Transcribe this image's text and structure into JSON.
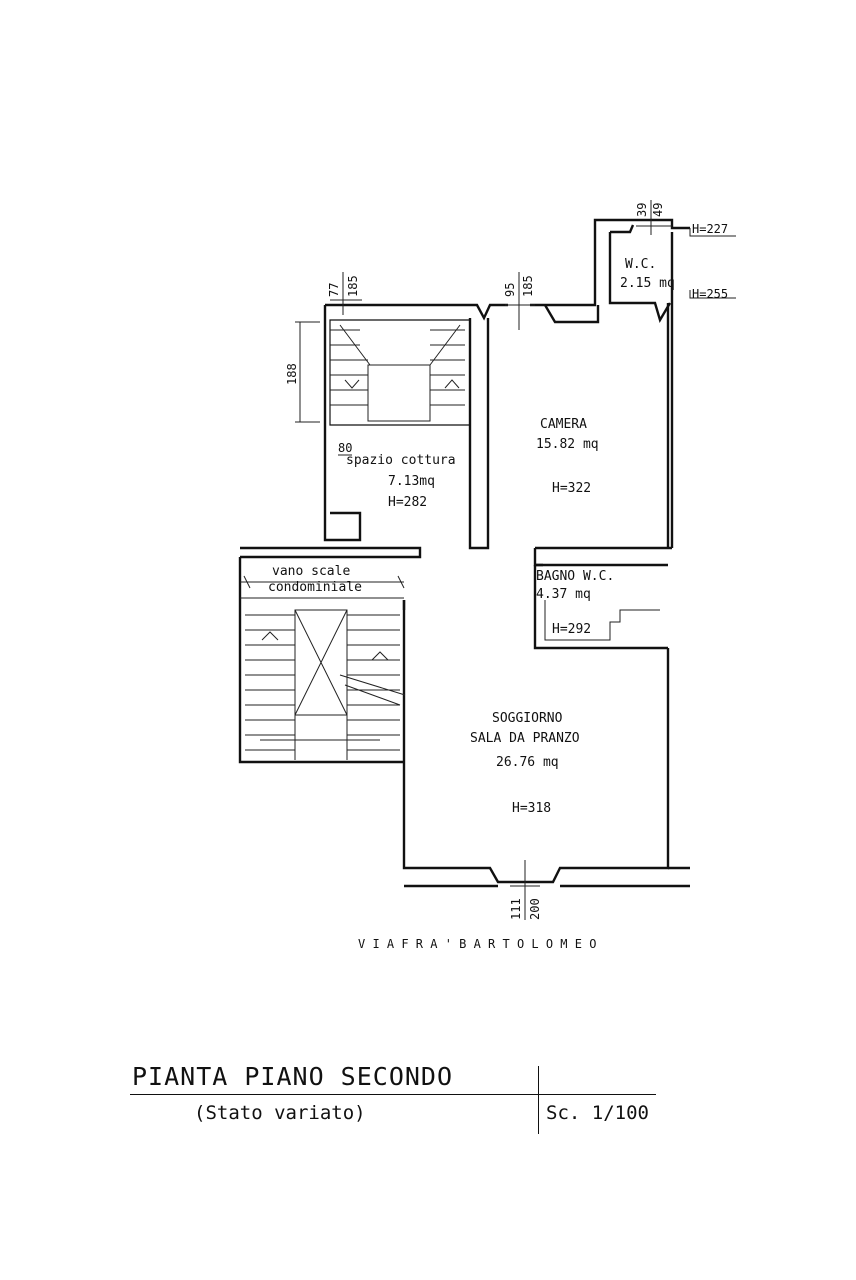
{
  "rooms": {
    "wc": {
      "name": "W.C.",
      "area": "2.15 mq"
    },
    "camera": {
      "name": "CAMERA",
      "area": "15.82 mq",
      "height": "H=322"
    },
    "cottura": {
      "name": "spazio cottura",
      "area": "7.13mq",
      "height": "H=282"
    },
    "bagno": {
      "name": "BAGNO W.C.",
      "area": "4.37 mq",
      "height": "H=292"
    },
    "soggiorno": {
      "name_line1": "SOGGIORNO",
      "name_line2": "SALA DA PRANZO",
      "area": "26.76 mq",
      "height": "H=318"
    },
    "scale": {
      "line1": "vano scale",
      "line2": "condominiale"
    }
  },
  "heights": {
    "h227": "H=227",
    "h255": "H=255"
  },
  "dimensions": {
    "d39": "39",
    "d49": "49",
    "d77": "77",
    "d185a": "185",
    "d95": "95",
    "d185b": "185",
    "d188": "188",
    "d80": "80",
    "d111": "111",
    "d200": "200"
  },
  "street": "V I A   F R A '   B A R T O L O M E O",
  "title": {
    "main": "PIANTA PIANO SECONDO",
    "sub": "(Stato variato)",
    "scale": "Sc. 1/100"
  }
}
